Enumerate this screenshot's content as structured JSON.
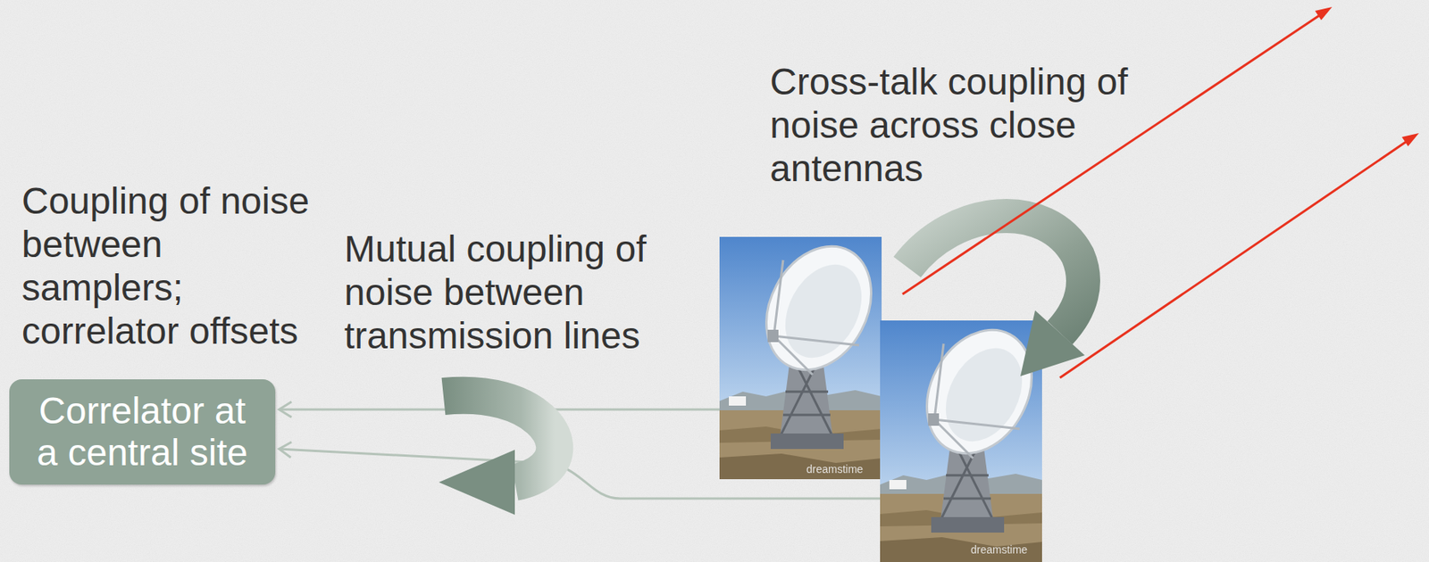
{
  "diagram": {
    "nodes": [
      {
        "text": [
          "Correlator at a central site"
        ]
      }
    ],
    "labels": [
      "Cross-talk coupling of noise across close antennas",
      "Coupling of noise between samplers; correlator offsets",
      "Mutual coupling of noise between transmission lines",
      "dreamstime",
      "dreamstime"
    ]
  }
}
